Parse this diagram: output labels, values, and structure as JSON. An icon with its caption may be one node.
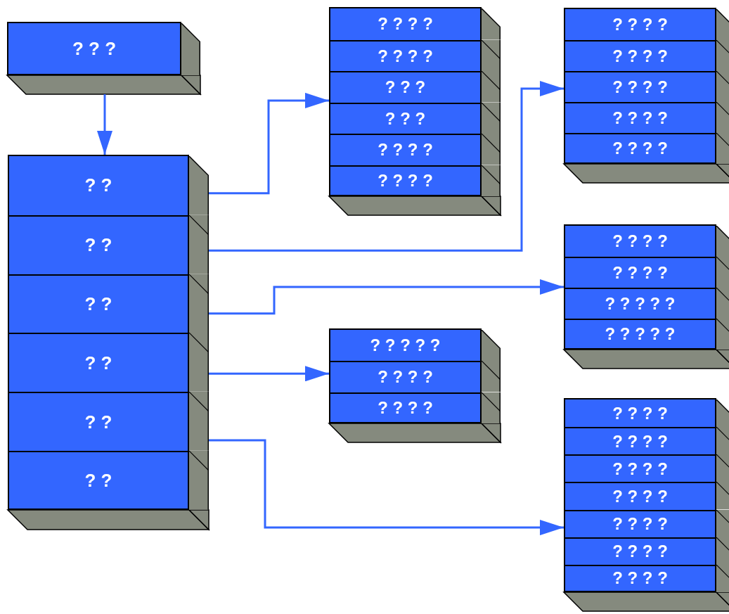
{
  "diagram": {
    "nodes": [
      {
        "text": [
          "? ? ?"
        ]
      },
      {
        "text": [],
        "shape": "box"
      },
      {
        "text": [
          "? ?"
        ],
        "in": 1
      },
      {
        "text": [
          "? ?"
        ],
        "in": 1
      },
      {
        "text": [
          "? ?"
        ],
        "in": 1
      },
      {
        "text": [
          "? ?"
        ],
        "in": 1
      },
      {
        "text": [
          "? ?"
        ],
        "in": 1
      },
      {
        "text": [
          "? ?"
        ],
        "in": 1
      },
      {
        "text": [],
        "shape": "box"
      },
      {
        "text": [
          "? ? ? ?"
        ],
        "in": 8
      },
      {
        "text": [
          "? ? ? ?"
        ],
        "in": 8
      },
      {
        "text": [
          "? ? ?"
        ],
        "in": 8
      },
      {
        "text": [
          "? ? ?"
        ],
        "in": 8
      },
      {
        "text": [
          "? ? ? ?"
        ],
        "in": 8
      },
      {
        "text": [
          "? ? ? ?"
        ],
        "in": 8
      },
      {
        "text": [],
        "shape": "box"
      },
      {
        "text": [
          "? ? ? ?"
        ],
        "in": 15
      },
      {
        "text": [
          "? ? ? ?"
        ],
        "in": 15
      },
      {
        "text": [
          "? ? ? ?"
        ],
        "in": 15
      },
      {
        "text": [
          "? ? ? ?"
        ],
        "in": 15
      },
      {
        "text": [
          "? ? ? ?"
        ],
        "in": 15
      },
      {
        "text": [],
        "shape": "box"
      },
      {
        "text": [
          "? ? ? ?"
        ],
        "in": 21
      },
      {
        "text": [
          "? ? ? ?"
        ],
        "in": 21
      },
      {
        "text": [
          "? ? ? ? ?"
        ],
        "in": 21
      },
      {
        "text": [
          "? ? ? ? ?"
        ],
        "in": 21
      },
      {
        "text": [],
        "shape": "box"
      },
      {
        "text": [
          "? ? ? ? ?"
        ],
        "in": 26
      },
      {
        "text": [
          "? ? ? ?"
        ],
        "in": 26
      },
      {
        "text": [
          "? ? ? ?"
        ],
        "in": 26
      },
      {
        "text": [],
        "shape": "box"
      },
      {
        "text": [
          "? ? ? ?"
        ],
        "in": 30
      },
      {
        "text": [
          "? ? ? ?"
        ],
        "in": 30
      },
      {
        "text": [
          "? ? ? ?"
        ],
        "in": 30
      },
      {
        "text": [
          "? ? ? ?"
        ],
        "in": 30
      },
      {
        "text": [
          "? ? ? ?"
        ],
        "in": 30
      },
      {
        "text": [
          "? ? ? ?"
        ],
        "in": 30
      },
      {
        "text": [
          "? ? ? ?"
        ],
        "in": 30
      }
    ],
    "edges": [
      {
        "from": 0,
        "to": 1,
        "arrow": "to"
      },
      {
        "from": 2,
        "to": 8,
        "arrow": "to"
      },
      {
        "from": 3,
        "to": 15,
        "arrow": "to"
      },
      {
        "from": 4,
        "to": 21,
        "arrow": "to"
      },
      {
        "from": 5,
        "to": 26,
        "arrow": "to"
      },
      {
        "from": 6,
        "to": 30,
        "arrow": "to"
      }
    ]
  }
}
